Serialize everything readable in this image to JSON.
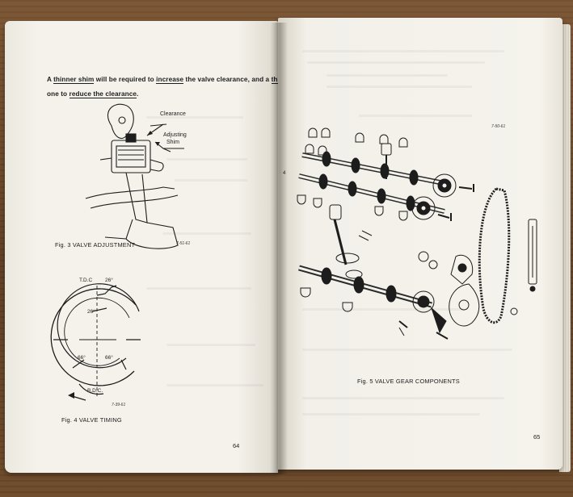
{
  "left_page": {
    "intro": {
      "seg1": "A ",
      "seg2": "thinner shim",
      "seg3": " will be required to ",
      "seg4": "increase",
      "seg5": " the valve clearance, and a ",
      "seg6": "thicker",
      "seg7": "one to ",
      "seg8": "reduce the clearance",
      "seg9": "."
    },
    "fig3": {
      "label_clearance": "Clearance",
      "label_shim_1": "Adjusting",
      "label_shim_2": "Shim",
      "caption": "Fig. 3  VALVE ADJUSTMENT",
      "code": "7-51-61"
    },
    "fig4": {
      "label_tdc": "T.D.C",
      "label_bdc": "B.D.C.",
      "angle_top": "26°",
      "angle_inner": "26°",
      "angle_left": "66°",
      "angle_right": "66°",
      "caption": "Fig. 4  VALVE TIMING",
      "code": "7-39-61"
    },
    "page_number": "64"
  },
  "right_page": {
    "fig5": {
      "caption": "Fig. 5  VALVE GEAR COMPONENTS",
      "code": "7-50-61",
      "callout": "4"
    },
    "page_number": "65"
  },
  "colors": {
    "paper": "#f3f1ea",
    "ink": "#1d1d1d",
    "wood": "#6b4a2c"
  }
}
